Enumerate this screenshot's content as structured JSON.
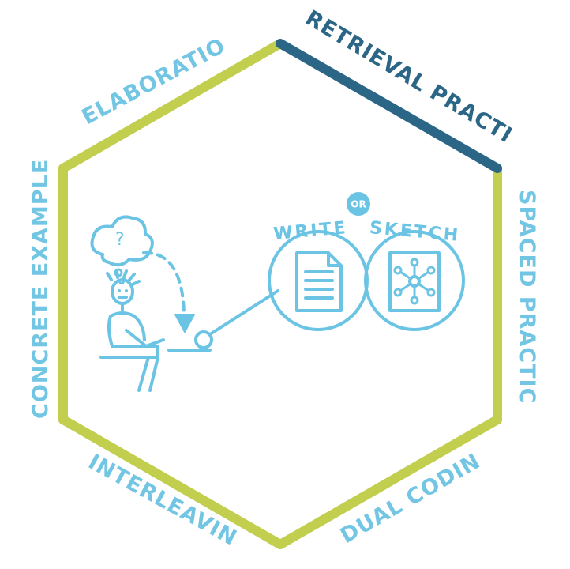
{
  "hexagon": {
    "sides": {
      "retrieval_practice": "RETRIEVAL PRACTICE",
      "spaced_practice": "SPACED PRACTICE",
      "dual_coding": "DUAL CODING",
      "interleaving": "INTERLEAVING",
      "concrete_examples": "CONCRETE EXAMPLES",
      "elaboration": "ELABORATION"
    },
    "highlighted_side": "retrieval_practice"
  },
  "illustration": {
    "thought_symbol": "?",
    "choice_connector": "OR",
    "write_label": "WRITE",
    "sketch_label": "SKETCH",
    "write_icon": "document-icon",
    "sketch_icon": "mind-map-icon"
  },
  "colors": {
    "outline_green": "#C2CE4E",
    "highlight_navy": "#2B6687",
    "illustration_blue": "#6CC4E4",
    "label_blue": "#72C5E3"
  }
}
